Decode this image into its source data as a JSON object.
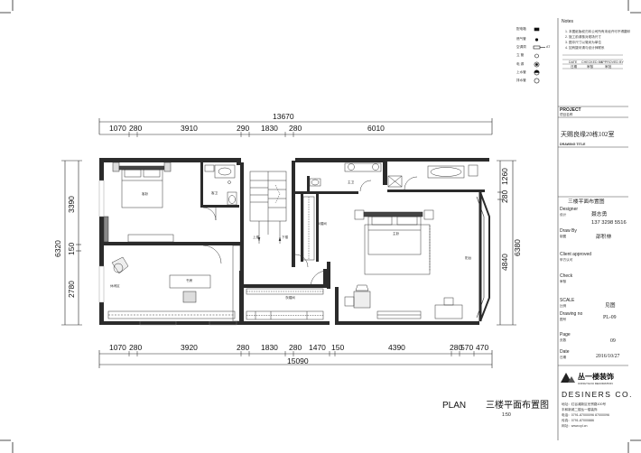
{
  "notes": {
    "title": "Notes",
    "lines": [
      "1. 本图纸版权归本公司所有未经许可不得翻印",
      "2. 施工前请核对现场尺寸",
      "3. 图中尺寸以毫米为单位",
      "4. 如有疑问请与设计师联系"
    ],
    "table_headers": [
      "DATE",
      "CHECKED BY",
      "APPROVED BY"
    ],
    "table_cn": [
      "日期",
      "审核",
      "审批"
    ]
  },
  "legend": [
    {
      "label": "配电箱",
      "symbol": "panel"
    },
    {
      "label": "燃气管",
      "symbol": "dot"
    },
    {
      "label": "空调洞",
      "symbol": "ac",
      "code": "AT"
    },
    {
      "label": "立 管",
      "symbol": "ring"
    },
    {
      "label": "电 源",
      "symbol": "target"
    },
    {
      "label": "上水管",
      "symbol": "half"
    },
    {
      "label": "排水管",
      "symbol": "circle"
    }
  ],
  "project": {
    "label": "PROJECT",
    "cn": "项目名称",
    "name": "天赐良缘20栋102室"
  },
  "drawing_title": {
    "label": "DRAWING TITLE",
    "value": "三楼平面布置图"
  },
  "designer": {
    "label": "Designer",
    "cn": "设计",
    "name": "聂志勇",
    "phone": "137 3298 5516"
  },
  "draw_by": {
    "label": "Draw By",
    "cn": "制图",
    "name": "邵积林"
  },
  "client": {
    "label": "Client approved",
    "cn": "甲方认可"
  },
  "check": {
    "label": "Check",
    "cn": "审核"
  },
  "scale": {
    "label": "SCALE",
    "cn": "比例",
    "value": "见图"
  },
  "drawing_no": {
    "label": "Drawing no",
    "cn": "图号",
    "value": "PL-09"
  },
  "page": {
    "label": "Page",
    "cn": "页数",
    "value": "09"
  },
  "date": {
    "label": "Date",
    "cn": "日期",
    "value": "2016/10/27"
  },
  "company": {
    "logo_text": "丛一楼装饰",
    "logo_sub": "CONGYILOU DECORATION",
    "name": "DESINERS CO.",
    "address_lines": [
      "地址：红谷滩新区世贸路100号",
      "丰和新城二楼丛一楼装饰",
      "电话：0791-87000096 87000096",
      "传真：0791-87000886",
      "网址：www.cyl.cn"
    ]
  },
  "plan_title": {
    "label": "PLAN",
    "cn": "三楼平面布置图",
    "scale": "1:50"
  },
  "dims": {
    "top_total": "13670",
    "top_segments": [
      "1070",
      "280",
      "3910",
      "290",
      "1830",
      "280",
      "6010"
    ],
    "bottom_total": "15090",
    "bottom_segments": [
      "1070",
      "280",
      "3920",
      "280",
      "1830",
      "280",
      "1470",
      "150",
      "4390",
      "280",
      "570",
      "470"
    ],
    "left_total": "6320",
    "left_segments": [
      "3390",
      "150",
      "2780"
    ],
    "right_total": "6380",
    "right_segments": [
      "1260",
      "280",
      "4840"
    ]
  },
  "rooms": {
    "guest_room": "客卧",
    "guest_bath": "客卫",
    "stair_up": "上楼",
    "stair_down": "下楼",
    "master_bath": "主卫",
    "wardrobe_1": "衣帽间",
    "master_bed": "主卧",
    "balcony": "阳台",
    "lounge": "休闲区",
    "study": "书房",
    "wardrobe_2": "衣帽间"
  }
}
